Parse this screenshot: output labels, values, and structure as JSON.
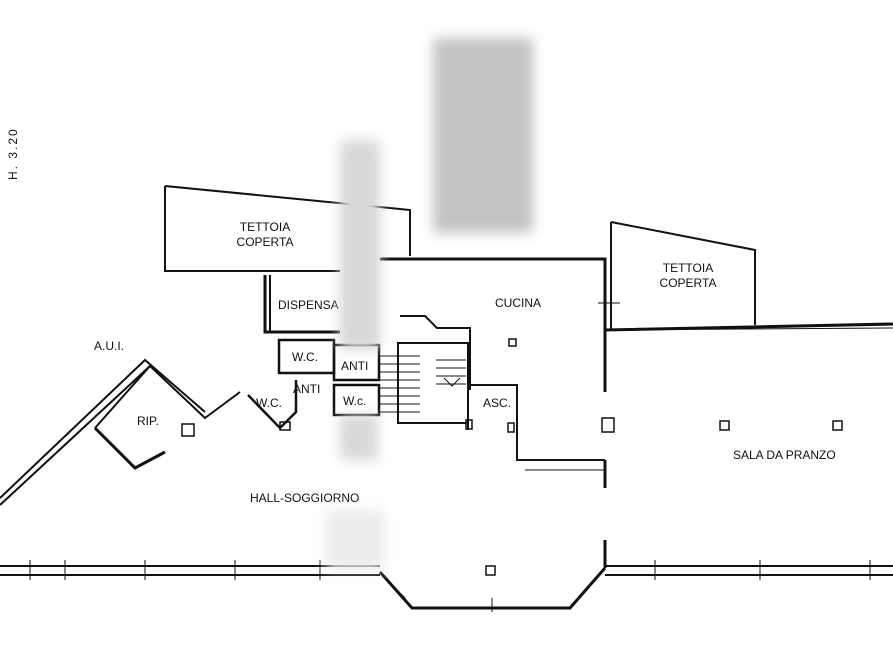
{
  "height_label": "H. 3.20",
  "rooms": {
    "tettoia_left": [
      "TETTOIA",
      "COPERTA"
    ],
    "tettoia_right": [
      "TETTOIA",
      "COPERTA"
    ],
    "dispensa": "DISPENSA",
    "cucina": "CUCINA",
    "aui": "A.U.I.",
    "rip": "RIP.",
    "wc1": "W.C.",
    "wc2": "W.C.",
    "wc3": "W.c.",
    "anti1": "ANTI",
    "anti2": "ANTI",
    "asc": "ASC.",
    "sala": "SALA DA PRANZO",
    "hall": "HALL-SOGGIORNO"
  }
}
